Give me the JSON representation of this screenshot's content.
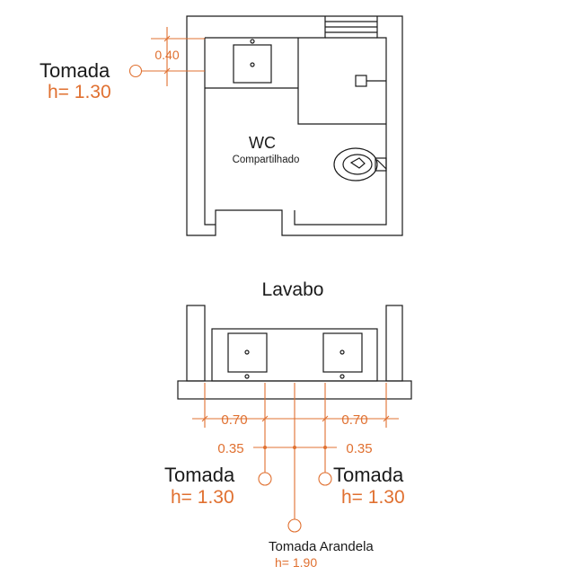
{
  "wc": {
    "room_name": "WC",
    "room_subtitle": "Compartilhado",
    "outlet_label": "Tomada",
    "outlet_height": "h= 1.30",
    "dim_sink": "0.40"
  },
  "lavabo": {
    "title": "Lavabo",
    "dim_left_outer": "0.70",
    "dim_right_outer": "0.70",
    "dim_left_inner": "0.35",
    "dim_right_inner": "0.35",
    "outlet_left_label": "Tomada",
    "outlet_left_height": "h= 1.30",
    "outlet_right_label": "Tomada",
    "outlet_right_height": "h= 1.30",
    "sconce_label": "Tomada Arandela",
    "sconce_height": "h= 1.90"
  },
  "colors": {
    "line": "#1a1a1a",
    "annotation": "#e07030"
  }
}
